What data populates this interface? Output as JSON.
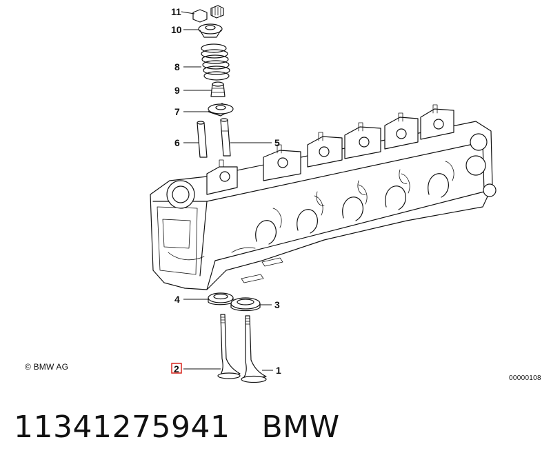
{
  "copyright": "© BMW AG",
  "drawing_number": "00000108",
  "footer": {
    "part_number": "11341275941",
    "brand": "BMW"
  },
  "callouts": [
    {
      "id": "11",
      "label": "11"
    },
    {
      "id": "10",
      "label": "10"
    },
    {
      "id": "8",
      "label": "8"
    },
    {
      "id": "9",
      "label": "9"
    },
    {
      "id": "7",
      "label": "7"
    },
    {
      "id": "6",
      "label": "6"
    },
    {
      "id": "5",
      "label": "5"
    },
    {
      "id": "4",
      "label": "4"
    },
    {
      "id": "3",
      "label": "3"
    },
    {
      "id": "2",
      "label": "2",
      "highlighted": true
    },
    {
      "id": "1",
      "label": "1"
    }
  ],
  "highlight_color": "#d9251d"
}
